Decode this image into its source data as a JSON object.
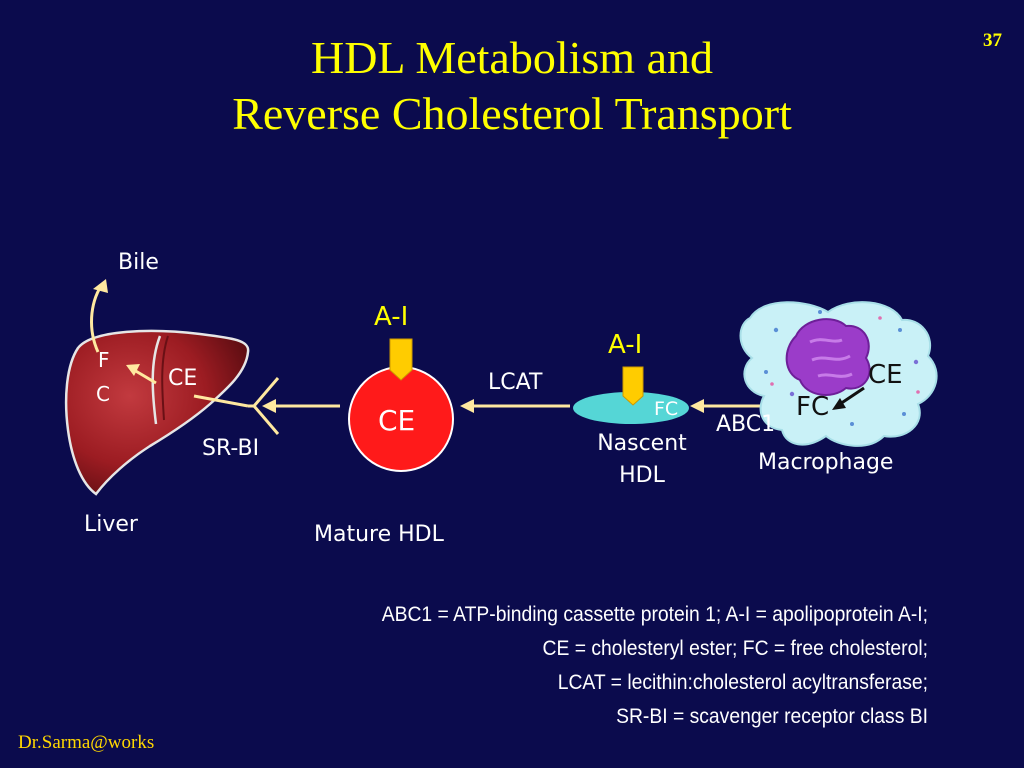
{
  "slide": {
    "number": "37",
    "title_line1": "HDL Metabolism and",
    "title_line2": "Reverse Cholesterol Transport",
    "credit": "Dr.Sarma@works"
  },
  "diagram": {
    "bile": "Bile",
    "liver_fc_f": "F",
    "liver_fc_c": "C",
    "liver_ce": "CE",
    "liver": "Liver",
    "receptor": "SR-BI",
    "mature_apo": "A-I",
    "mature_core": "CE",
    "mature_name": "Mature HDL",
    "enzyme": "LCAT",
    "nascent_apo": "A-I",
    "nascent_fc": "FC",
    "nascent_name_line1": "Nascent",
    "nascent_name_line2": "HDL",
    "transporter": "ABC1",
    "macrophage_fc": "FC",
    "macrophage_ce": "CE",
    "macrophage": "Macrophage"
  },
  "footnote": {
    "line1": "ABC1 = ATP-binding cassette protein 1; A-I = apolipoprotein A-I;",
    "line2": "CE = cholesteryl ester; FC = free cholesterol;",
    "line3": "LCAT = lecithin:cholesterol acyltransferase;",
    "line4": "SR-BI = scavenger receptor class BI"
  },
  "colors": {
    "background": "#0b0b4d",
    "title": "#ffff00",
    "liver": "#9c1c22",
    "mature_hdl": "#ff1a1a",
    "nascent_hdl": "#55d6d6",
    "apoprotein": "#ffcc00",
    "arrow": "#ffe9a0",
    "macrophage": "#c9f1f7",
    "nucleus": "#9b3cc9"
  }
}
